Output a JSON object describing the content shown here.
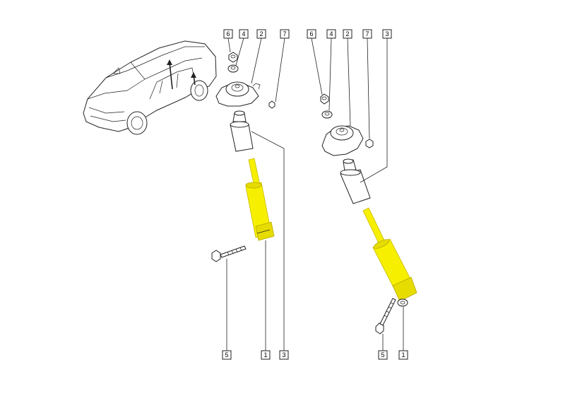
{
  "callouts": {
    "left_top": [
      "6",
      "4",
      "2",
      "7"
    ],
    "right_top": [
      "6",
      "4",
      "2",
      "7",
      "3"
    ],
    "left_bottom": [
      "5",
      "1",
      "3"
    ],
    "right_bottom": [
      "5",
      "1"
    ]
  },
  "colors": {
    "highlight": "#f6f000",
    "line": "#222222",
    "background": "#ffffff"
  }
}
